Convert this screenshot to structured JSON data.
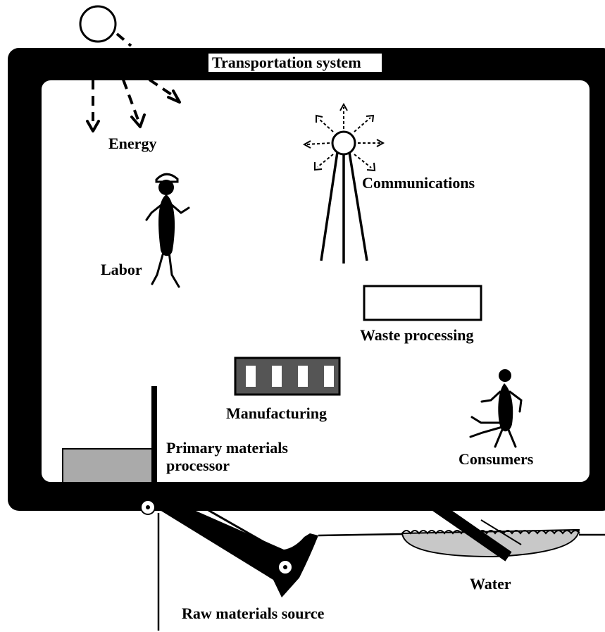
{
  "labels": {
    "transportation": "Transportation system",
    "energy": "Energy",
    "communications": "Communications",
    "labor": "Labor",
    "waste": "Waste processing",
    "manufacturing": "Manufacturing",
    "primary_line1": "Primary materials",
    "primary_line2": "processor",
    "consumers": "Consumers",
    "water": "Water",
    "raw": "Raw materials source"
  },
  "colors": {
    "frame": "#000000",
    "manufacturing_fill": "#555555",
    "processor_fill": "#aaaaaa",
    "water_fill": "#c8c8c8",
    "background": "#ffffff"
  }
}
